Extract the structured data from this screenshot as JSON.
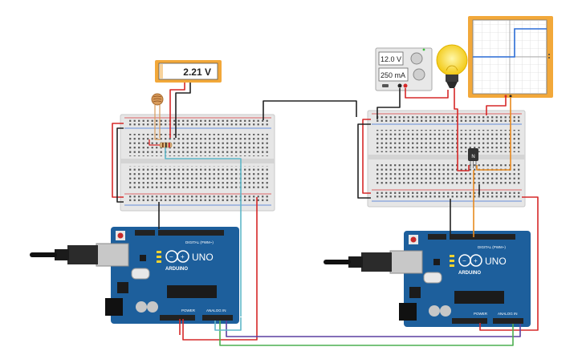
{
  "colors": {
    "board": "#1d5f9c",
    "board_dark": "#174d80",
    "breadboard": "#e6e6e6",
    "rail_red": "#d9383a",
    "rail_blue": "#3a6fd6",
    "wire_red": "#d62828",
    "wire_black": "#222222",
    "wire_cyan": "#5fb7c8",
    "wire_green": "#4caf50",
    "wire_purple": "#5a3fa0",
    "wire_orange": "#e88a1e",
    "bulb": "#f5d21d",
    "scope_frame": "#f2a83a",
    "meter_frame": "#f2a83a"
  },
  "multimeter": {
    "reading": "2.21 V"
  },
  "power_supply": {
    "voltage": "12.0 V",
    "current": "250 mA"
  },
  "arduino_left": {
    "logo": "UNO",
    "brand": "ARDUINO",
    "digital_label": "DIGITAL (PWM~)",
    "power_label": "POWER",
    "analog_label": "ANALOG IN"
  },
  "arduino_right": {
    "logo": "UNO",
    "brand": "ARDUINO",
    "digital_label": "DIGITAL (PWM~)",
    "power_label": "POWER",
    "analog_label": "ANALOG IN"
  },
  "transistor": {
    "label": "N"
  },
  "icons": {
    "usb_left": "usb-plug-icon",
    "usb_right": "usb-plug-icon",
    "bulb": "light-bulb-icon"
  }
}
